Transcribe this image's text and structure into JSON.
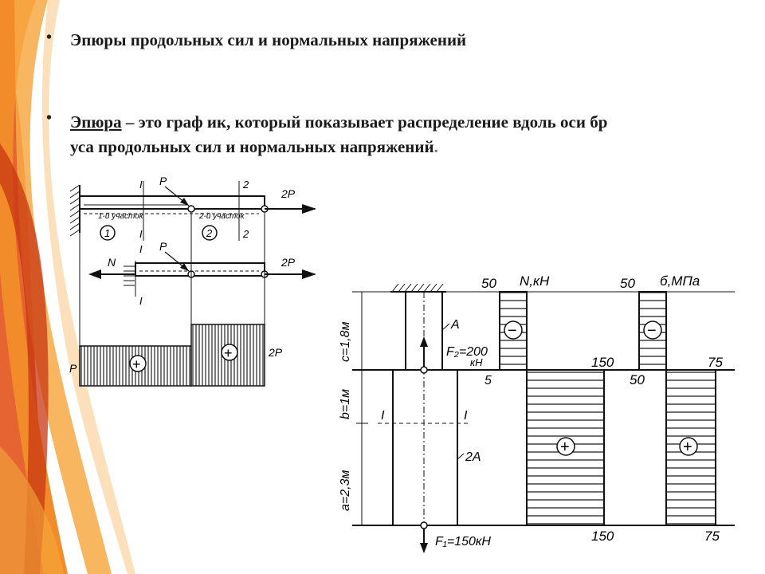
{
  "heading": "Эпюры продольных сил и нормальных напряжений",
  "definition": {
    "term": "Эпюра",
    "line1_rest": " – это граф ик, который показывает распределение вдоль оси бр",
    "line2": "уса продольных сил и нормальных напряжений",
    "line2_end": "."
  },
  "bullet_symbol": "•",
  "left_diagram": {
    "section_1": "I",
    "section_2": "2",
    "force_p": "P",
    "force_2p": "2P",
    "force_n": "N",
    "segment_1": "1-й участок",
    "segment_2": "2-й участок",
    "segment_1_num": "1",
    "segment_2_num": "2",
    "plus": "+"
  },
  "right_diagram": {
    "label_c": "c=1,8м",
    "label_b": "b=1м",
    "label_a": "a=2,3м",
    "area_a": "A",
    "area_2a": "2A",
    "force_f2": "F₂=200",
    "force_f2_unit": "кН",
    "force_f1": "F₁=150кН",
    "section": "I",
    "n_axis": "N,кН",
    "sigma_axis": "б,МПа",
    "n_values": {
      "top": "50",
      "mid_left": "5",
      "mid_right": "150",
      "bottom": "150"
    },
    "sigma_values": {
      "top": "50",
      "mid_left": "50",
      "mid_right": "75",
      "bottom": "75"
    },
    "minus": "−",
    "plus": "+"
  },
  "colors": {
    "accent_orange": "#f07a1a",
    "accent_red": "#d83a12",
    "line": "#111111"
  }
}
